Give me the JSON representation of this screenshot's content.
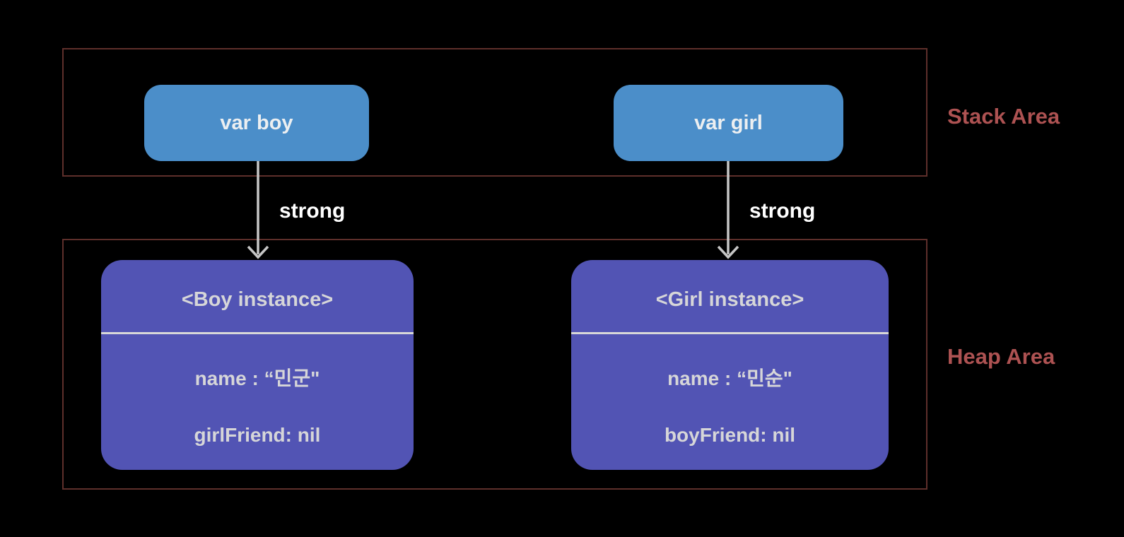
{
  "diagram": {
    "title": "ARC strong reference memory diagram",
    "stack": {
      "label": "Stack Area",
      "variables": [
        {
          "label": "var boy"
        },
        {
          "label": "var girl"
        }
      ]
    },
    "references": [
      {
        "label": "strong"
      },
      {
        "label": "strong"
      }
    ],
    "heap": {
      "label": "Heap Area",
      "instances": [
        {
          "title": "<Boy instance>",
          "fields": [
            "name : “민군\"",
            "girlFriend: nil"
          ]
        },
        {
          "title": "<Girl instance>",
          "fields": [
            "name : “민순\"",
            "boyFriend: nil"
          ]
        }
      ]
    },
    "colors": {
      "background": "#000000",
      "variable_fill": "#4b8ec9",
      "instance_fill": "#5254b4",
      "area_border": "#5e2f2b",
      "area_label_text": "#ad5252",
      "arrow": "#c6c6c6",
      "strong_label_text": "#ffffff",
      "box_text": "#d6d6d8"
    }
  }
}
